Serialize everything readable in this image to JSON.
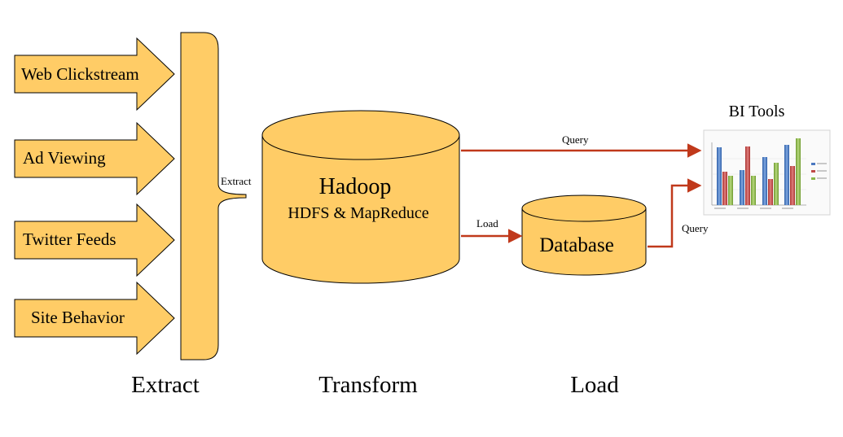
{
  "sources": [
    {
      "label": "Web Clickstream"
    },
    {
      "label": "Ad Viewing"
    },
    {
      "label": "Twitter Feeds"
    },
    {
      "label": "Site Behavior"
    }
  ],
  "brace_label": "Extract",
  "hadoop": {
    "title": "Hadoop",
    "subtitle": "HDFS & MapReduce"
  },
  "database": {
    "label": "Database"
  },
  "connectors": {
    "query_top": "Query",
    "load": "Load",
    "query_right": "Query"
  },
  "bi_tools": {
    "label": "BI Tools"
  },
  "stages": {
    "extract": "Extract",
    "transform": "Transform",
    "load": "Load"
  },
  "colors": {
    "shape_fill": "#FFCC66",
    "shape_stroke": "#000000",
    "arrow": "#C0391B"
  }
}
